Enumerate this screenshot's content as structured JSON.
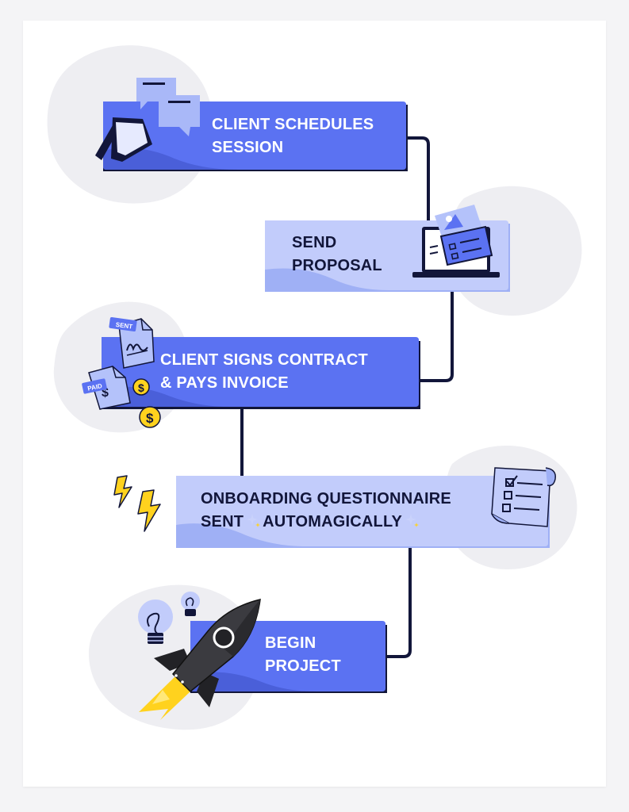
{
  "flow": {
    "steps": [
      {
        "id": "schedule",
        "line1": "CLIENT SCHEDULES",
        "line2": "SESSION",
        "icon": "calendar-chat-icon"
      },
      {
        "id": "proposal",
        "line1": "SEND",
        "line2": "PROPOSAL",
        "icon": "laptop-proposal-icon"
      },
      {
        "id": "contract",
        "line1": "CLIENT SIGNS CONTRACT",
        "line2": "& PAYS INVOICE",
        "icon": "signed-contract-paid-invoice-icon"
      },
      {
        "id": "questionnaire",
        "line1": "ONBOARDING QUESTIONNAIRE",
        "line2a": "SENT",
        "line2b": "AUTOMAGICALLY",
        "icon": "checklist-scroll-icon"
      },
      {
        "id": "project",
        "line1": "BEGIN",
        "line2": "PROJECT",
        "icon": "rocket-icon"
      }
    ],
    "document_tags": {
      "sent": "SENT",
      "paid": "PAID"
    },
    "coin_symbol": "$"
  },
  "colors": {
    "primary": "#5b72f2",
    "primary_dark": "#4a5fd9",
    "light": "#c2ccfb",
    "light_dark": "#9fb0f5",
    "ink": "#12163a",
    "accent_yellow": "#ffd21e",
    "blob": "#eeeef2"
  }
}
